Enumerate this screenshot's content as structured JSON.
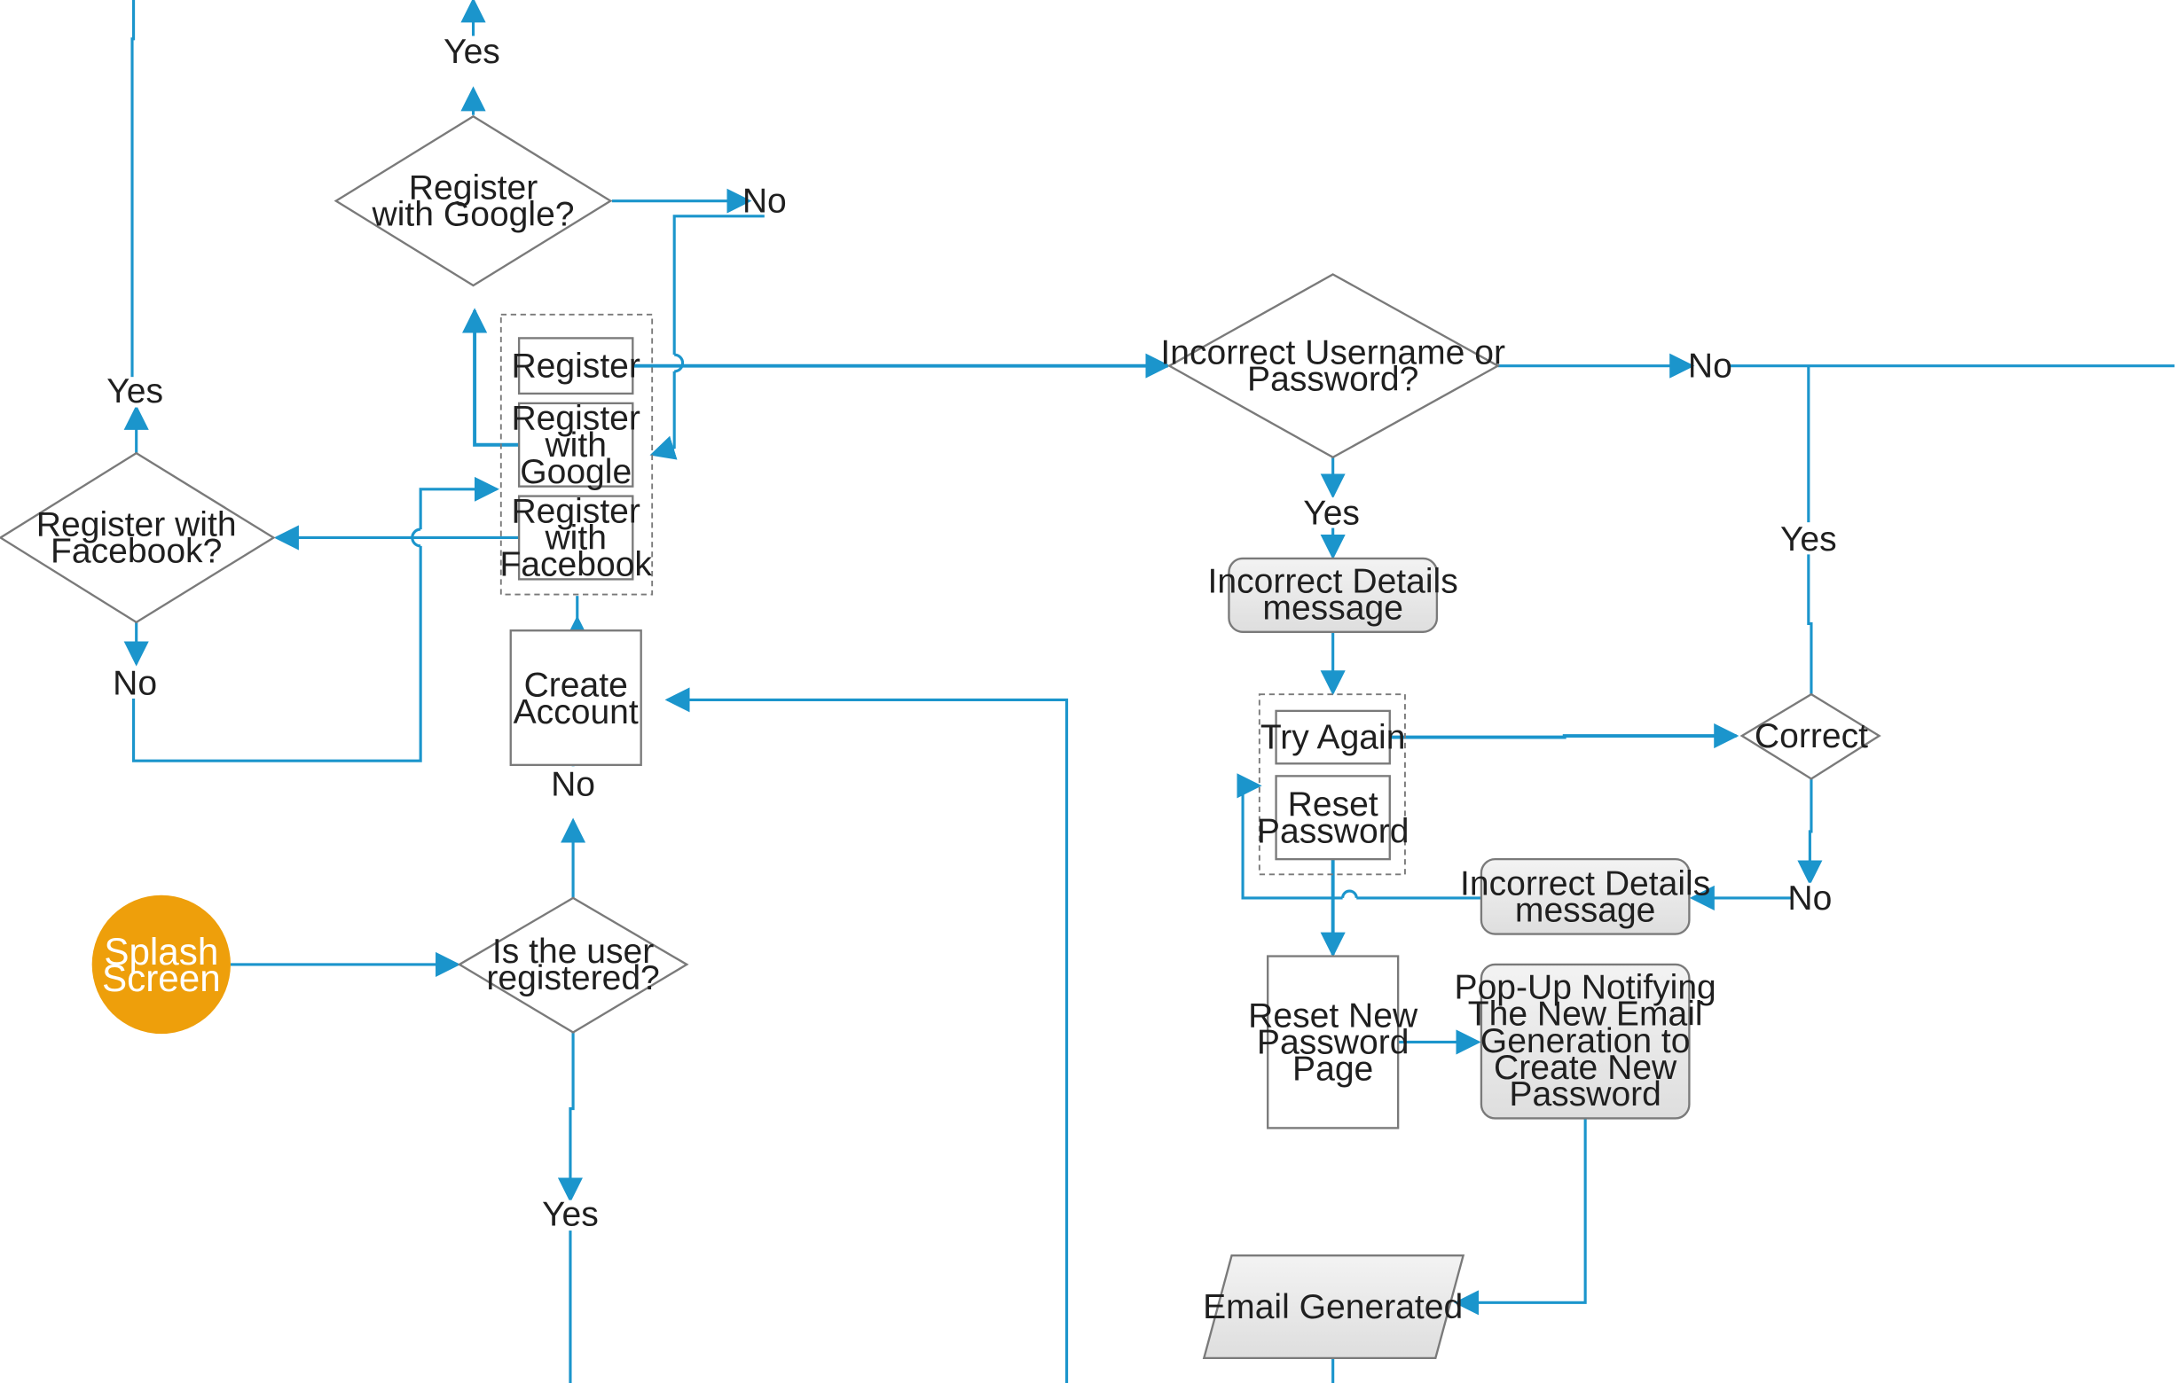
{
  "nodes": {
    "splash": "Splash\nScreen",
    "is_registered": "Is the user\nregistered?",
    "create_account": "Create\nAccount",
    "register": "Register",
    "register_google": "Register\nwith\nGoogle",
    "register_facebook": "Register\nwith\nFacebook",
    "q_google": "Register\nwith Google?",
    "q_facebook": "Register with\nFacebook?",
    "q_incorrect": "Incorrect Username or\nPassword?",
    "incorrect_msg_1": "Incorrect Details\nmessage",
    "try_again": "Try Again",
    "reset_password": "Reset\nPassword",
    "correct": "Correct",
    "incorrect_msg_2": "Incorrect Details\nmessage",
    "reset_page": "Reset New\nPassword\nPage",
    "popup": "Pop-Up Notifying\nThe New Email\nGeneration to\nCreate New\nPassword",
    "email_generated": "Email Generated"
  },
  "edge_labels": {
    "no_registered": "No",
    "yes_registered": "Yes",
    "yes_google": "Yes",
    "no_google": "No",
    "yes_facebook": "Yes",
    "no_facebook": "No",
    "no_incorrect": "No",
    "yes_incorrect": "Yes",
    "yes_correct": "Yes",
    "no_correct": "No"
  },
  "colors": {
    "line": "#1b95cc",
    "node_stroke": "#7a7a7a",
    "splash_fill": "#ee9f0b",
    "gray_fill": "#e6e6e6"
  }
}
